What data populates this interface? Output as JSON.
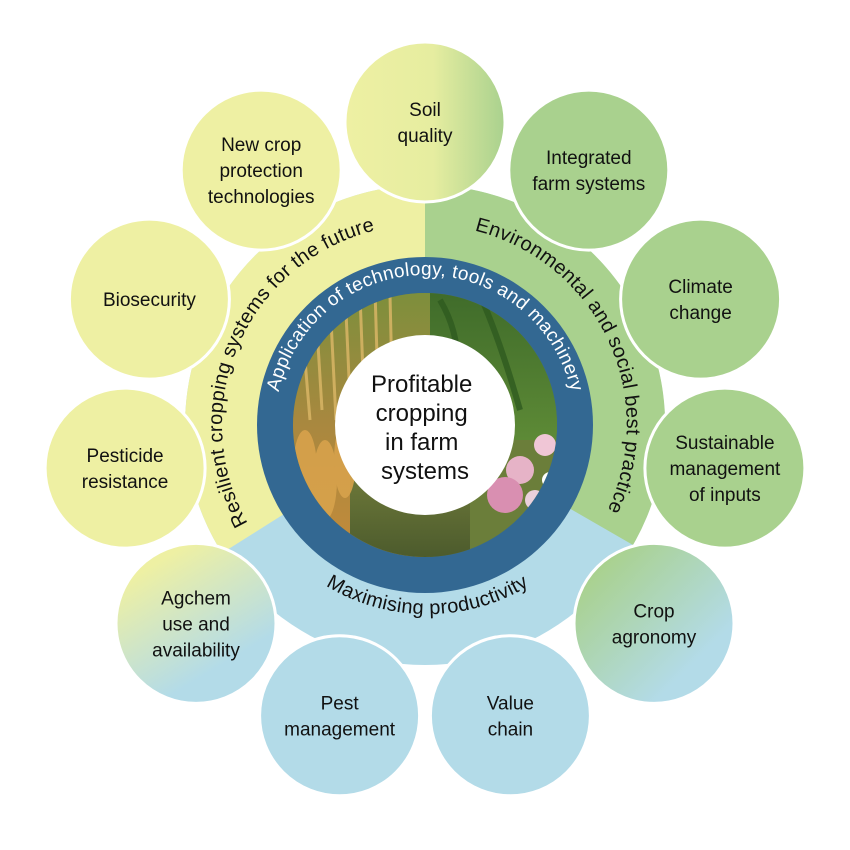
{
  "colors": {
    "yellow": "#eef0a3",
    "green": "#a9d18e",
    "blue": "#b3dbe8",
    "ring": "#336892",
    "center": "#ffffff"
  },
  "center": {
    "lines": [
      "Profitable",
      "cropping",
      "in farm",
      "systems"
    ]
  },
  "inner_ring": {
    "label": "Application of technology, tools and machinery"
  },
  "themes": {
    "resilient": "Resilient cropping systems for the future",
    "environmental": "Environmental and social best practice",
    "productivity": "Maximising productivity"
  },
  "nodes": [
    {
      "lines": [
        "Soil",
        "quality"
      ],
      "color": "yellow-green"
    },
    {
      "lines": [
        "Integrated",
        "farm systems"
      ],
      "color": "green"
    },
    {
      "lines": [
        "Climate",
        "change"
      ],
      "color": "green"
    },
    {
      "lines": [
        "Sustainable",
        "management",
        "of inputs"
      ],
      "color": "green"
    },
    {
      "lines": [
        "Crop",
        "agronomy"
      ],
      "color": "green-blue"
    },
    {
      "lines": [
        "Value",
        "chain"
      ],
      "color": "blue"
    },
    {
      "lines": [
        "Pest",
        "management"
      ],
      "color": "blue"
    },
    {
      "lines": [
        "Agchem",
        "use and",
        "availability"
      ],
      "color": "yellow-blue"
    },
    {
      "lines": [
        "Pesticide",
        "resistance"
      ],
      "color": "yellow"
    },
    {
      "lines": [
        "Biosecurity"
      ],
      "color": "yellow"
    },
    {
      "lines": [
        "New crop",
        "protection",
        "technologies"
      ],
      "color": "yellow"
    }
  ]
}
